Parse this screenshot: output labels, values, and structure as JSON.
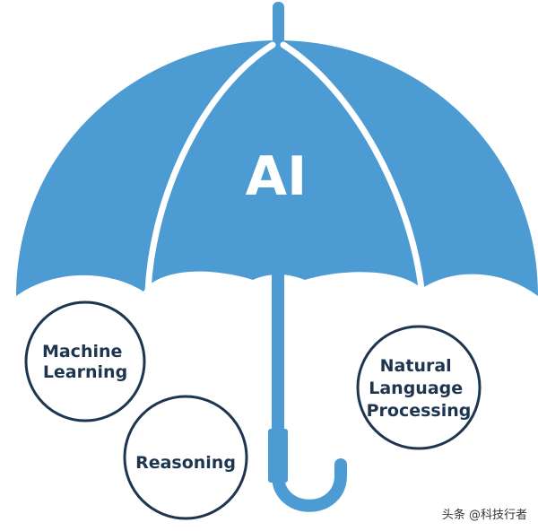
{
  "diagram": {
    "umbrella_label": "AI",
    "concepts": {
      "machine_learning": [
        "Machine",
        "Learning"
      ],
      "reasoning": [
        "Reasoning"
      ],
      "nlp": [
        "Natural",
        "Language",
        "Processing"
      ]
    },
    "watermark": "头条 @科技行者"
  },
  "colors": {
    "umbrella_blue": "#4d9bd3",
    "divider": "#ffffff",
    "circle_stroke": "#1e3550",
    "text_dark": "#1e3550"
  }
}
